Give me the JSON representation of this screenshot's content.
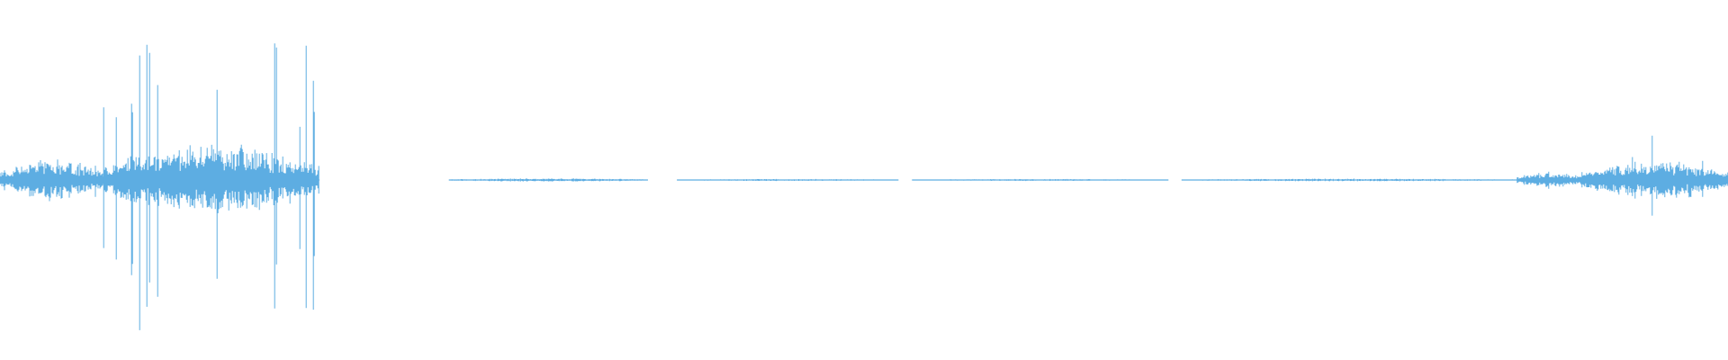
{
  "waveform": {
    "color": "#5dade2",
    "background": "#ffffff",
    "amplitude_scale": 1.0,
    "segments": [
      {
        "name": "burst-1-onset",
        "t_start": 0.0,
        "t_end": 0.06,
        "level": 0.12,
        "spikes": 0.25
      },
      {
        "name": "burst-1-body",
        "t_start": 0.06,
        "t_end": 0.185,
        "level": 0.22,
        "spikes": 1.0
      },
      {
        "name": "quiet-1",
        "t_start": 0.26,
        "t_end": 0.375,
        "level": 0.01,
        "spikes": 0.05
      },
      {
        "name": "quiet-2",
        "t_start": 0.392,
        "t_end": 0.52,
        "level": 0.006,
        "spikes": 0.04
      },
      {
        "name": "quiet-3",
        "t_start": 0.528,
        "t_end": 0.676,
        "level": 0.006,
        "spikes": 0.03
      },
      {
        "name": "quiet-4",
        "t_start": 0.684,
        "t_end": 0.878,
        "level": 0.008,
        "spikes": 0.05
      },
      {
        "name": "burst-2-onset",
        "t_start": 0.878,
        "t_end": 0.915,
        "level": 0.05,
        "spikes": 0.1
      },
      {
        "name": "burst-2-body",
        "t_start": 0.915,
        "t_end": 1.0,
        "level": 0.12,
        "spikes": 0.3
      }
    ],
    "gaps": [
      [
        0.185,
        0.26
      ],
      [
        0.375,
        0.392
      ],
      [
        0.52,
        0.528
      ],
      [
        0.676,
        0.684
      ]
    ]
  }
}
